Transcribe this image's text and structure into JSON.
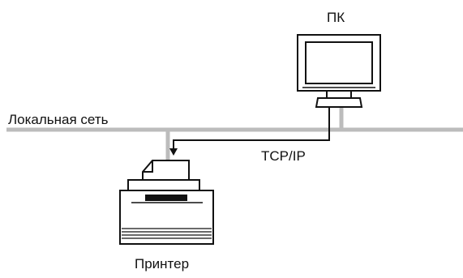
{
  "labels": {
    "pc": "ПК",
    "network": "Локальная сеть",
    "protocol": "TCP/IP",
    "printer": "Принтер"
  },
  "colors": {
    "network_line": "#bcbcbc",
    "stroke": "#111111",
    "background": "#ffffff"
  }
}
